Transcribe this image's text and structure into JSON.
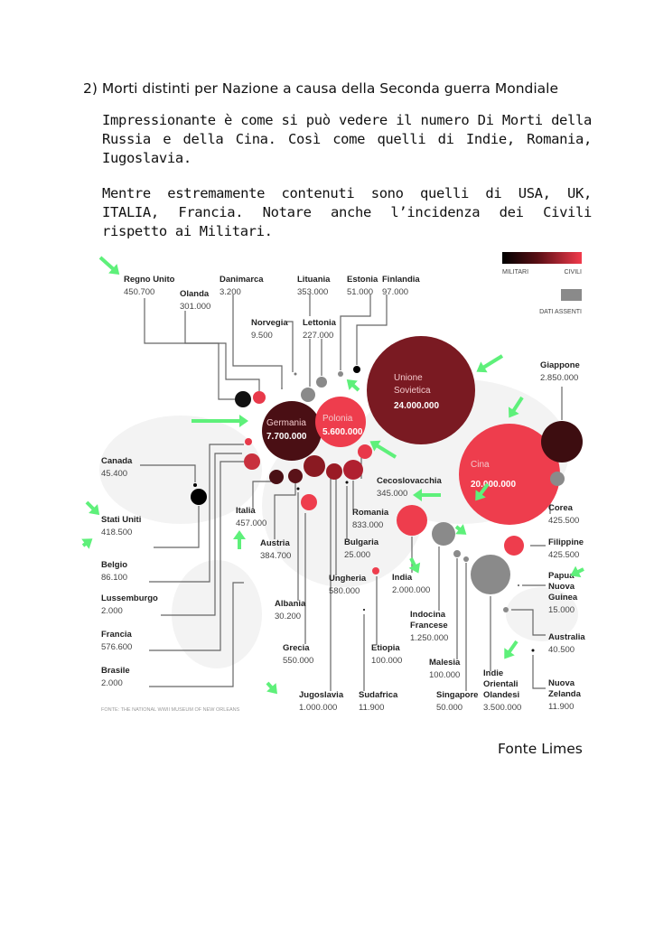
{
  "document": {
    "heading": "2) Morti distinti per Nazione a causa della Seconda guerra Mondiale",
    "paragraph_1": "Impressionante è come si può vedere il numero Di Morti della Russia e della Cina. Così come quelli di Indie, Romania, Iugoslavia.",
    "paragraph_2": "Mentre estremamente contenuti sono quelli di USA, UK, ITALIA, Francia. Notare anche l’incidenza dei Civili rispetto ai Militari.",
    "footer": "Fonte Limes"
  },
  "infographic": {
    "legend": {
      "military": "MILITARI",
      "civilian": "CIVILI",
      "no_data": "DATI ASSENTI"
    },
    "colors": {
      "military": "#000000",
      "civilian": "#f23a4c",
      "no_data": "#8a8a8a",
      "arrow": "#5ef07a"
    },
    "source": "FONTE: THE NATIONAL WWII MUSEUM OF NEW ORLEANS",
    "big_bubbles": [
      {
        "name": "Germania",
        "value": "7.700.000"
      },
      {
        "name": "Polonia",
        "value": "5.600.000"
      },
      {
        "name_lines": [
          "Unione",
          "Sovietica"
        ],
        "value": "24.000.000"
      },
      {
        "name": "Cina",
        "value": "20.000.000"
      }
    ],
    "countries": [
      {
        "name_lines": [
          "Regno Unito"
        ],
        "value": "450.700"
      },
      {
        "name_lines": [
          "Olanda"
        ],
        "value": "301.000"
      },
      {
        "name_lines": [
          "Danimarca"
        ],
        "value": "3.200"
      },
      {
        "name_lines": [
          "Norvegia"
        ],
        "value": "9.500"
      },
      {
        "name_lines": [
          "Lituania"
        ],
        "value": "353.000"
      },
      {
        "name_lines": [
          "Lettonia"
        ],
        "value": "227.000"
      },
      {
        "name_lines": [
          "Estonia"
        ],
        "value": "51.000"
      },
      {
        "name_lines": [
          "Finlandia"
        ],
        "value": "97.000"
      },
      {
        "name_lines": [
          "Giappone"
        ],
        "value": "2.850.000"
      },
      {
        "name_lines": [
          "Canada"
        ],
        "value": "45.400"
      },
      {
        "name_lines": [
          "Stati Uniti"
        ],
        "value": "418.500"
      },
      {
        "name_lines": [
          "Belgio"
        ],
        "value": "86.100"
      },
      {
        "name_lines": [
          "Lussemburgo"
        ],
        "value": "2.000"
      },
      {
        "name_lines": [
          "Francia"
        ],
        "value": "576.600"
      },
      {
        "name_lines": [
          "Brasile"
        ],
        "value": "2.000"
      },
      {
        "name_lines": [
          "Italia"
        ],
        "value": "457.000"
      },
      {
        "name_lines": [
          "Austria"
        ],
        "value": "384.700"
      },
      {
        "name_lines": [
          "Albania"
        ],
        "value": "30.200"
      },
      {
        "name_lines": [
          "Grecia"
        ],
        "value": "550.000"
      },
      {
        "name_lines": [
          "Jugoslavia"
        ],
        "value": "1.000.000"
      },
      {
        "name_lines": [
          "Romania"
        ],
        "value": "833.000"
      },
      {
        "name_lines": [
          "Bulgaria"
        ],
        "value": "25.000"
      },
      {
        "name_lines": [
          "Ungheria"
        ],
        "value": "580.000"
      },
      {
        "name_lines": [
          "Etiopia"
        ],
        "value": "100.000"
      },
      {
        "name_lines": [
          "Sudafrica"
        ],
        "value": "11.900"
      },
      {
        "name_lines": [
          "Cecoslovacchia"
        ],
        "value": "345.000"
      },
      {
        "name_lines": [
          "India"
        ],
        "value": "2.000.000"
      },
      {
        "name_lines": [
          "Indocina",
          "Francese"
        ],
        "value": "1.250.000"
      },
      {
        "name_lines": [
          "Malesia"
        ],
        "value": "100.000"
      },
      {
        "name_lines": [
          "Singapore"
        ],
        "value": "50.000"
      },
      {
        "name_lines": [
          "Indie",
          "Orientali",
          "Olandesi"
        ],
        "value": "3.500.000"
      },
      {
        "name_lines": [
          "Corea"
        ],
        "value": "425.500"
      },
      {
        "name_lines": [
          "Filippine"
        ],
        "value": "425.500"
      },
      {
        "name_lines": [
          "Papua",
          "Nuova",
          "Guinea"
        ],
        "value": "15.000"
      },
      {
        "name_lines": [
          "Australia"
        ],
        "value": "40.500"
      },
      {
        "name_lines": [
          "Nuova",
          "Zelanda"
        ],
        "value": "11.900"
      }
    ]
  }
}
